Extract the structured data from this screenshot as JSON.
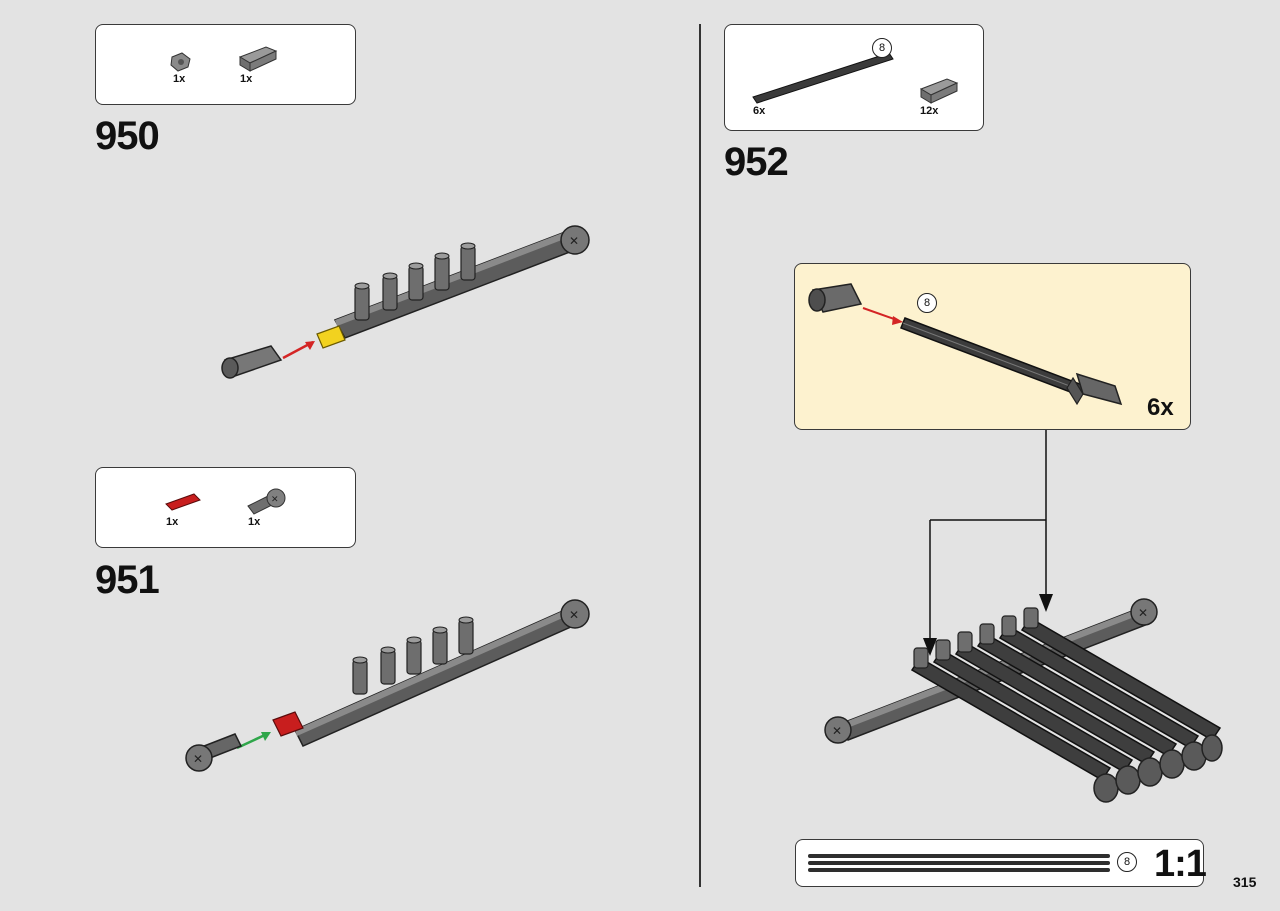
{
  "page": {
    "number": "315"
  },
  "steps": [
    {
      "number": "950",
      "parts": [
        {
          "qty": "1x",
          "icon": "gray-bush-icon"
        },
        {
          "qty": "1x",
          "icon": "gray-axle-connector-icon"
        }
      ]
    },
    {
      "number": "951",
      "parts": [
        {
          "qty": "1x",
          "icon": "red-pin-icon"
        },
        {
          "qty": "1x",
          "icon": "gray-axle-joint-icon"
        }
      ]
    },
    {
      "number": "952",
      "parts": [
        {
          "qty": "6x",
          "icon": "axle-8-icon"
        },
        {
          "qty": "12x",
          "icon": "gray-axle-connector-icon"
        }
      ],
      "axle_length": "8",
      "subassembly": {
        "qty": "6x",
        "axle_length": "8"
      }
    }
  ],
  "scale": {
    "axle_length": "8",
    "label": "1:1"
  },
  "colors": {
    "background": "#e3e3e3",
    "subassembly_bg": "#fdf2cf",
    "arrow_red": "#d42525",
    "arrow_green": "#2fa64a"
  }
}
